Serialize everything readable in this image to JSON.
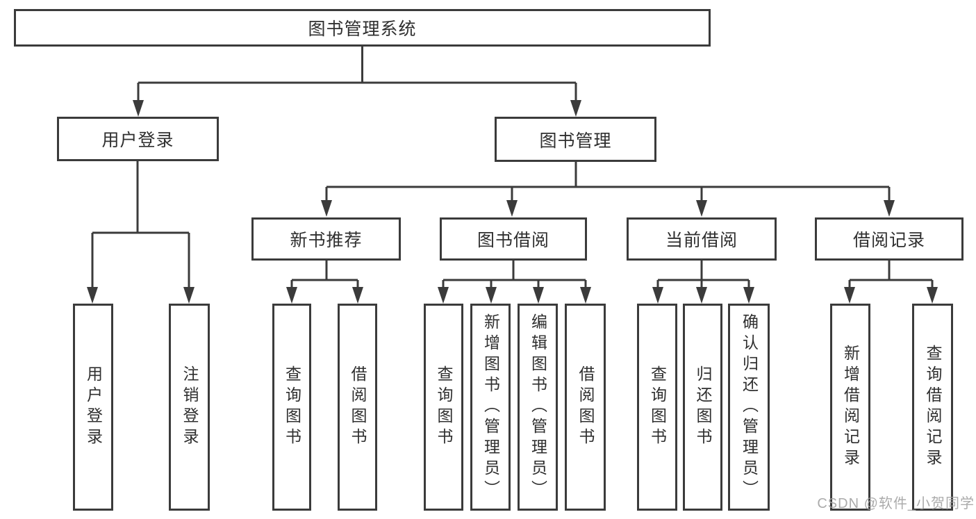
{
  "diagram": {
    "root": {
      "label": "图书管理系统"
    },
    "level2": [
      {
        "label": "用户登录"
      },
      {
        "label": "图书管理"
      }
    ],
    "level3": [
      {
        "label": "新书推荐",
        "parent": "图书管理"
      },
      {
        "label": "图书借阅",
        "parent": "图书管理"
      },
      {
        "label": "当前借阅",
        "parent": "图书管理"
      },
      {
        "label": "借阅记录",
        "parent": "图书管理"
      }
    ],
    "leaves": [
      {
        "label": "用户登录",
        "parent": "用户登录"
      },
      {
        "label": "注销登录",
        "parent": "用户登录"
      },
      {
        "label": "查询图书",
        "parent": "新书推荐"
      },
      {
        "label": "借阅图书",
        "parent": "新书推荐"
      },
      {
        "label": "查询图书",
        "parent": "图书借阅"
      },
      {
        "label": "新增图书（管理员）",
        "parent": "图书借阅"
      },
      {
        "label": "编辑图书（管理员）",
        "parent": "图书借阅"
      },
      {
        "label": "借阅图书",
        "parent": "图书借阅"
      },
      {
        "label": "查询图书",
        "parent": "当前借阅"
      },
      {
        "label": "归还图书",
        "parent": "当前借阅"
      },
      {
        "label": "确认归还（管理员）",
        "parent": "当前借阅"
      },
      {
        "label": "新增借阅记录",
        "parent": "借阅记录"
      },
      {
        "label": "查询借阅记录",
        "parent": "借阅记录"
      }
    ]
  },
  "watermark": {
    "text": "CSDN @软件_小贺同学"
  },
  "colors": {
    "line": "#3b3b3b",
    "text": "#2f2f2f",
    "bg": "#ffffff",
    "wm": "#a3a3a3"
  }
}
